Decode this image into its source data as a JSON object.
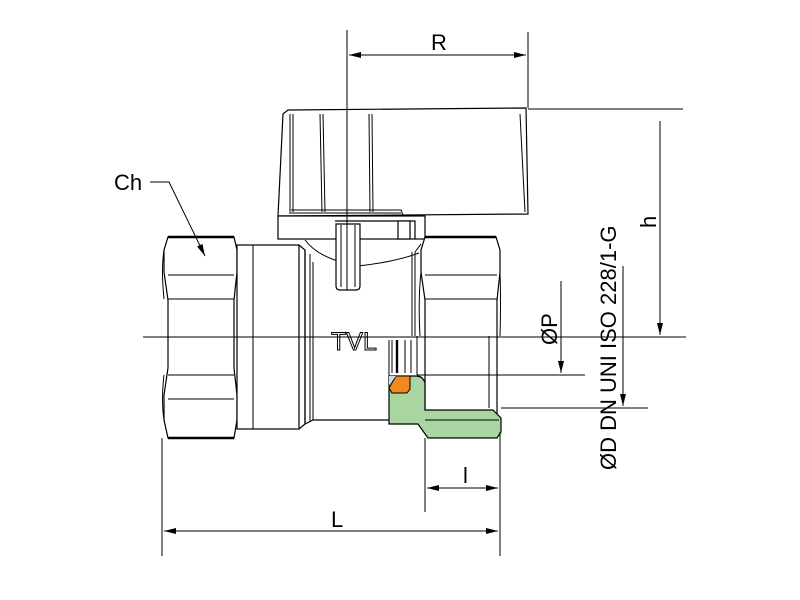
{
  "drawing": {
    "brand_mark": "TVL",
    "colors": {
      "line": "#000000",
      "seal_green": "#a9d5a0",
      "seal_orange": "#f0891e",
      "seal_blue": "#bfe0f2",
      "background": "#ffffff"
    },
    "dimensions": {
      "R": "R",
      "h": "h",
      "Ch": "Ch",
      "P": "ØP",
      "thread": "ØD DN UNI ISO 228/1-G",
      "l": "l",
      "L": "L"
    }
  }
}
